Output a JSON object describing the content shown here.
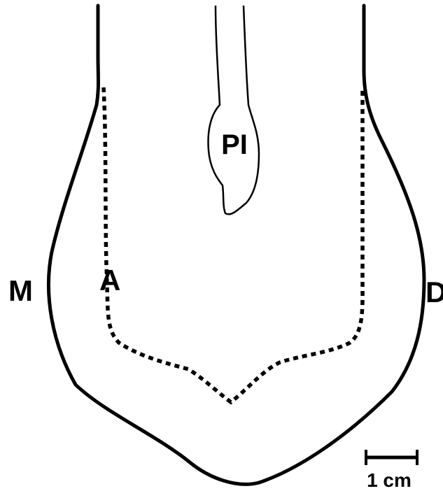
{
  "labels": {
    "pi": "PI",
    "m": "M",
    "a": "A",
    "d": "D"
  },
  "scale_bar": {
    "label": "1 cm"
  },
  "colors": {
    "stroke": "#000000",
    "background": "#ffffff"
  }
}
